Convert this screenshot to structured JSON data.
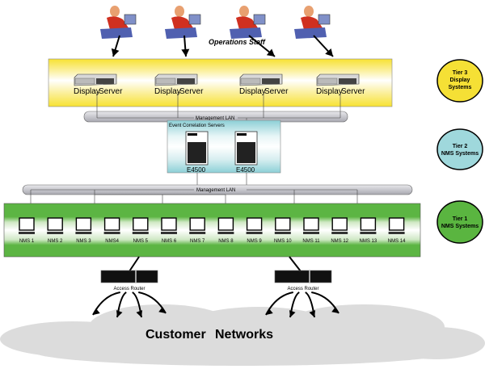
{
  "operations_staff_label": "Operations Staff",
  "tier3": {
    "line1": "Tier 3",
    "line2": "Display",
    "line3": "Systems",
    "color": "#f5e035"
  },
  "tier2": {
    "line1": "Tier 2",
    "line2": "NMS Systems",
    "color": "#9fd8dc"
  },
  "tier1": {
    "line1": "Tier 1",
    "line2": "NMS Systems",
    "color": "#5ab540"
  },
  "display_servers": [
    {
      "left": "Display",
      "right": "Server"
    },
    {
      "left": "Display",
      "right": "Server"
    },
    {
      "left": "Display",
      "right": "Server"
    },
    {
      "left": "Display",
      "right": "Server"
    }
  ],
  "management_lan_upper": "Management LAN",
  "management_lan_lower": "Management LAN",
  "event_correlation": {
    "title": "Event Correlation Servers",
    "servers": [
      "E4500",
      "E4500"
    ]
  },
  "nms_systems": [
    "NMS 1",
    "NMS 2",
    "NMS 3",
    "NMS4",
    "NMS 5",
    "NMS 6",
    "NMS 7",
    "NMS 8",
    "NMS 9",
    "NMS 10",
    "NMS 11",
    "NMS 12",
    "NMS 13",
    "NMS 14"
  ],
  "access_routers": [
    "Access Router",
    "Access Router"
  ],
  "customer_networks": {
    "word1": "Customer",
    "word2": "Networks"
  },
  "colors": {
    "yellow_band": "#f7e232",
    "cyan_band": "#8ccfd6",
    "green_band": "#5cb543",
    "lan_tube": "#c8c8cc",
    "cloud": "#dcdcdc"
  }
}
